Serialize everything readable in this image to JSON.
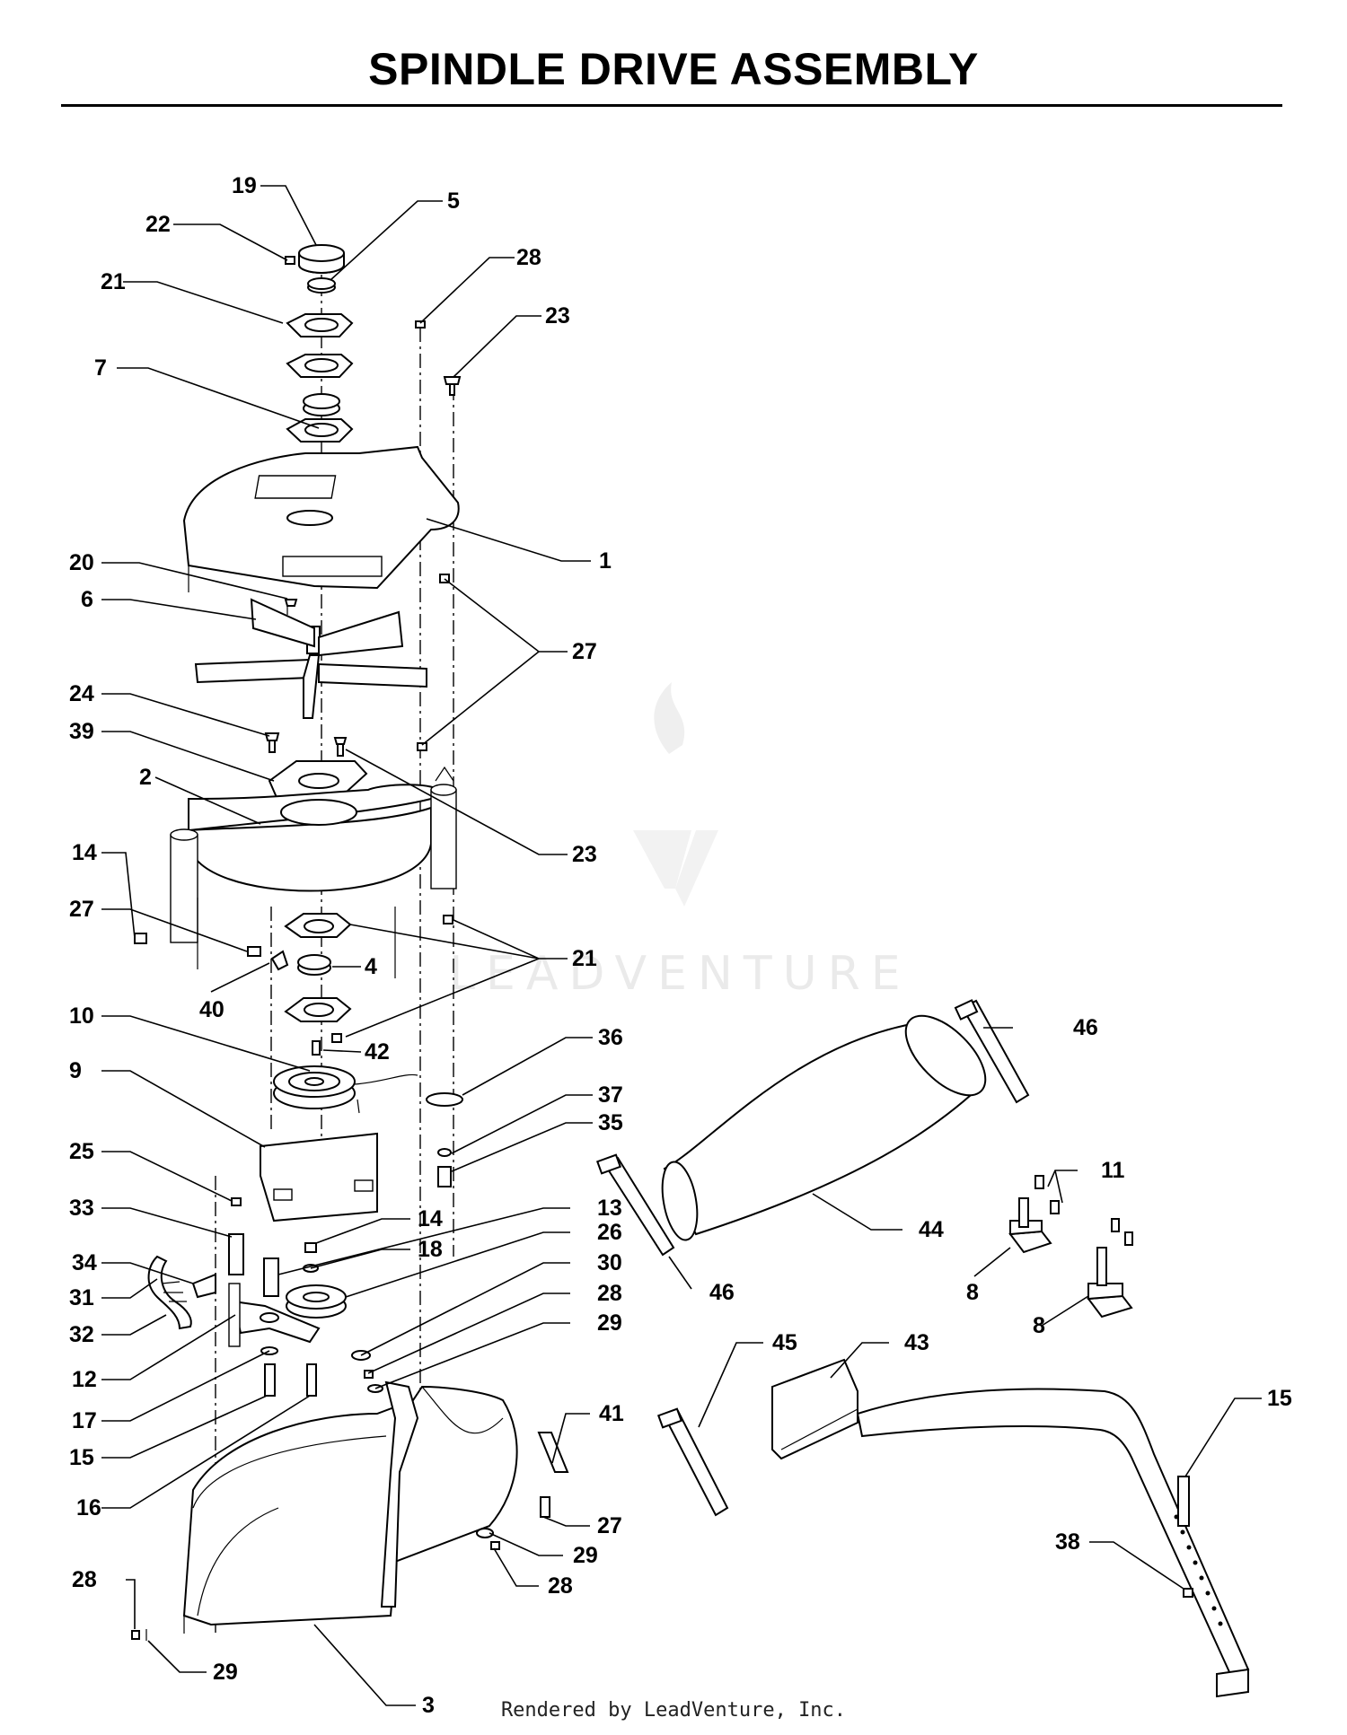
{
  "title": "SPINDLE DRIVE ASSEMBLY",
  "footer": "Rendered by LeadVenture, Inc.",
  "watermark": "LEADVENTURE",
  "callouts": [
    {
      "id": "c19a",
      "label": "19"
    },
    {
      "id": "c5",
      "label": "5"
    },
    {
      "id": "c22",
      "label": "22"
    },
    {
      "id": "c28a",
      "label": "28"
    },
    {
      "id": "c21a",
      "label": "21"
    },
    {
      "id": "c23a",
      "label": "23"
    },
    {
      "id": "c7",
      "label": "7"
    },
    {
      "id": "c1",
      "label": "1"
    },
    {
      "id": "c20",
      "label": "20"
    },
    {
      "id": "c6",
      "label": "6"
    },
    {
      "id": "c27a",
      "label": "27"
    },
    {
      "id": "c24",
      "label": "24"
    },
    {
      "id": "c39",
      "label": "39"
    },
    {
      "id": "c2",
      "label": "2"
    },
    {
      "id": "c23b",
      "label": "23"
    },
    {
      "id": "c14a",
      "label": "14"
    },
    {
      "id": "c27b",
      "label": "27"
    },
    {
      "id": "c21b",
      "label": "21"
    },
    {
      "id": "c4",
      "label": "4"
    },
    {
      "id": "c40",
      "label": "40"
    },
    {
      "id": "c10",
      "label": "10"
    },
    {
      "id": "c42",
      "label": "42"
    },
    {
      "id": "c36",
      "label": "36"
    },
    {
      "id": "c9",
      "label": "9"
    },
    {
      "id": "c46a",
      "label": "46"
    },
    {
      "id": "c37",
      "label": "37"
    },
    {
      "id": "c35",
      "label": "35"
    },
    {
      "id": "c25",
      "label": "25"
    },
    {
      "id": "c11",
      "label": "11"
    },
    {
      "id": "c33",
      "label": "33"
    },
    {
      "id": "c14b",
      "label": "14"
    },
    {
      "id": "c13",
      "label": "13"
    },
    {
      "id": "c18",
      "label": "18"
    },
    {
      "id": "c44",
      "label": "44"
    },
    {
      "id": "c26",
      "label": "26"
    },
    {
      "id": "c34",
      "label": "34"
    },
    {
      "id": "c30",
      "label": "30"
    },
    {
      "id": "c31",
      "label": "31"
    },
    {
      "id": "c46b",
      "label": "46"
    },
    {
      "id": "c8a",
      "label": "8"
    },
    {
      "id": "c28b",
      "label": "28"
    },
    {
      "id": "c32",
      "label": "32"
    },
    {
      "id": "c29a",
      "label": "29"
    },
    {
      "id": "c8b",
      "label": "8"
    },
    {
      "id": "c45",
      "label": "45"
    },
    {
      "id": "c43",
      "label": "43"
    },
    {
      "id": "c12",
      "label": "12"
    },
    {
      "id": "c15a",
      "label": "15"
    },
    {
      "id": "c41",
      "label": "41"
    },
    {
      "id": "c17",
      "label": "17"
    },
    {
      "id": "c15b",
      "label": "15"
    },
    {
      "id": "c27c",
      "label": "27"
    },
    {
      "id": "c16",
      "label": "16"
    },
    {
      "id": "c38",
      "label": "38"
    },
    {
      "id": "c28c",
      "label": "28"
    },
    {
      "id": "c29b",
      "label": "29"
    },
    {
      "id": "c28d",
      "label": "28"
    },
    {
      "id": "c29c",
      "label": "29"
    },
    {
      "id": "c3",
      "label": "3"
    }
  ]
}
